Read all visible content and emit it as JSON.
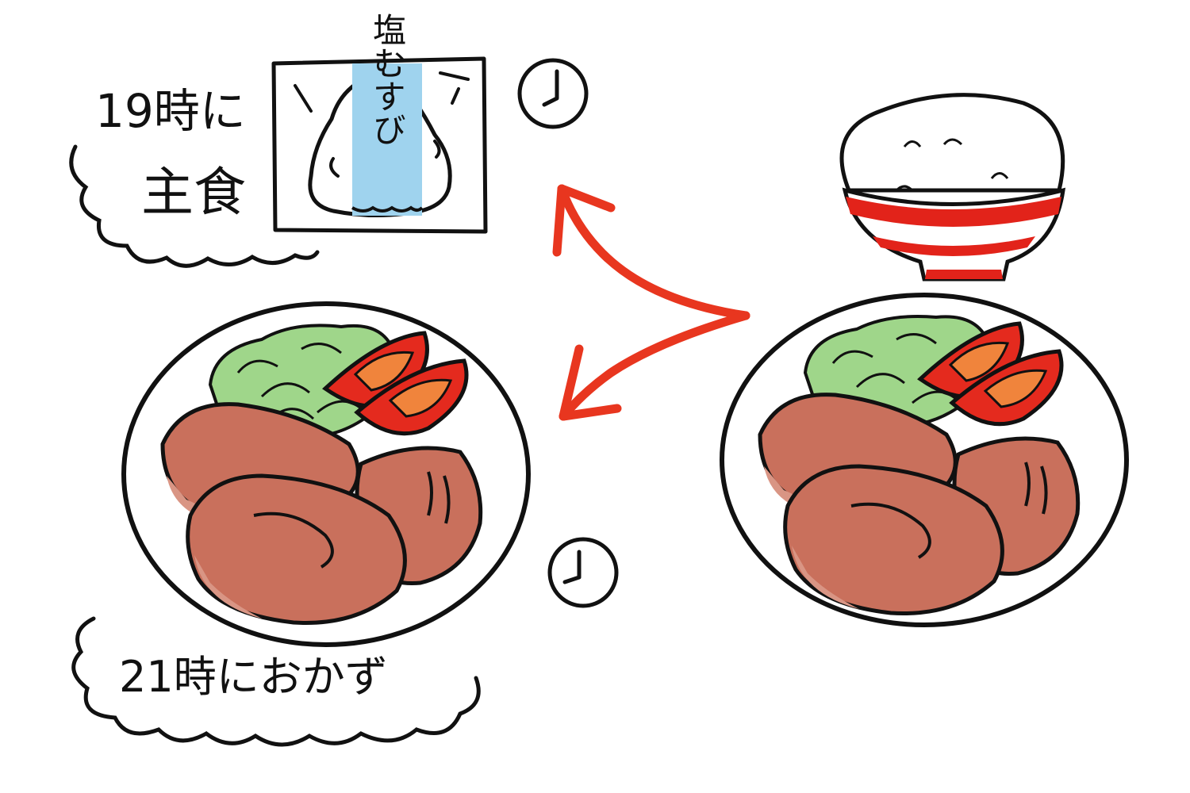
{
  "labels": {
    "staple_time": "19時に",
    "staple_word": "主食",
    "onigiri_label": "塩むすび",
    "side_time_label": "21時におかず"
  },
  "icons": {
    "clock": "clock-icon",
    "arrow": "arrow-icon"
  },
  "colors": {
    "ink": "#111111",
    "red_arrow": "#e8361f",
    "onigiri_band": "#9fd3ee",
    "bowl_red": "#e2231a",
    "lettuce": "#9fd68a",
    "tomato": "#e42a1e",
    "tomato_seed": "#f0843c",
    "meat": "#c9705c",
    "meat_light": "#d99584"
  }
}
